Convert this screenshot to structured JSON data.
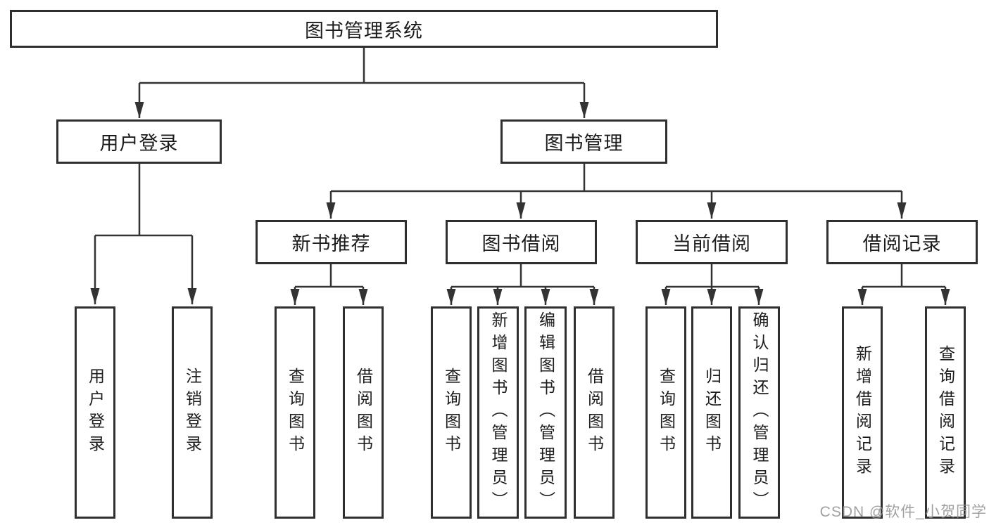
{
  "tree": {
    "root": {
      "label": "图书管理系统",
      "children": [
        {
          "label": "用户登录",
          "children": [
            {
              "label": "用户登录"
            },
            {
              "label": "注销登录"
            }
          ]
        },
        {
          "label": "图书管理",
          "children": [
            {
              "label": "新书推荐",
              "children": [
                {
                  "label": "查询图书"
                },
                {
                  "label": "借阅图书"
                }
              ]
            },
            {
              "label": "图书借阅",
              "children": [
                {
                  "label": "查询图书"
                },
                {
                  "label": "新增图书（管理员）"
                },
                {
                  "label": "编辑图书（管理员）"
                },
                {
                  "label": "借阅图书"
                }
              ]
            },
            {
              "label": "当前借阅",
              "children": [
                {
                  "label": "查询图书"
                },
                {
                  "label": "归还图书"
                },
                {
                  "label": "确认归还（管理员）"
                }
              ]
            },
            {
              "label": "借阅记录",
              "children": [
                {
                  "label": "新增借阅记录"
                },
                {
                  "label": "查询借阅记录"
                }
              ]
            }
          ]
        }
      ]
    }
  },
  "watermark": "CSDN @软件_小贺同学",
  "colors": {
    "line": "#333333",
    "box_border": "#2f2f2f",
    "box_fill": "#ffffff",
    "text": "#1c1c1c",
    "watermark": "#919191",
    "background": "#ffffff"
  }
}
